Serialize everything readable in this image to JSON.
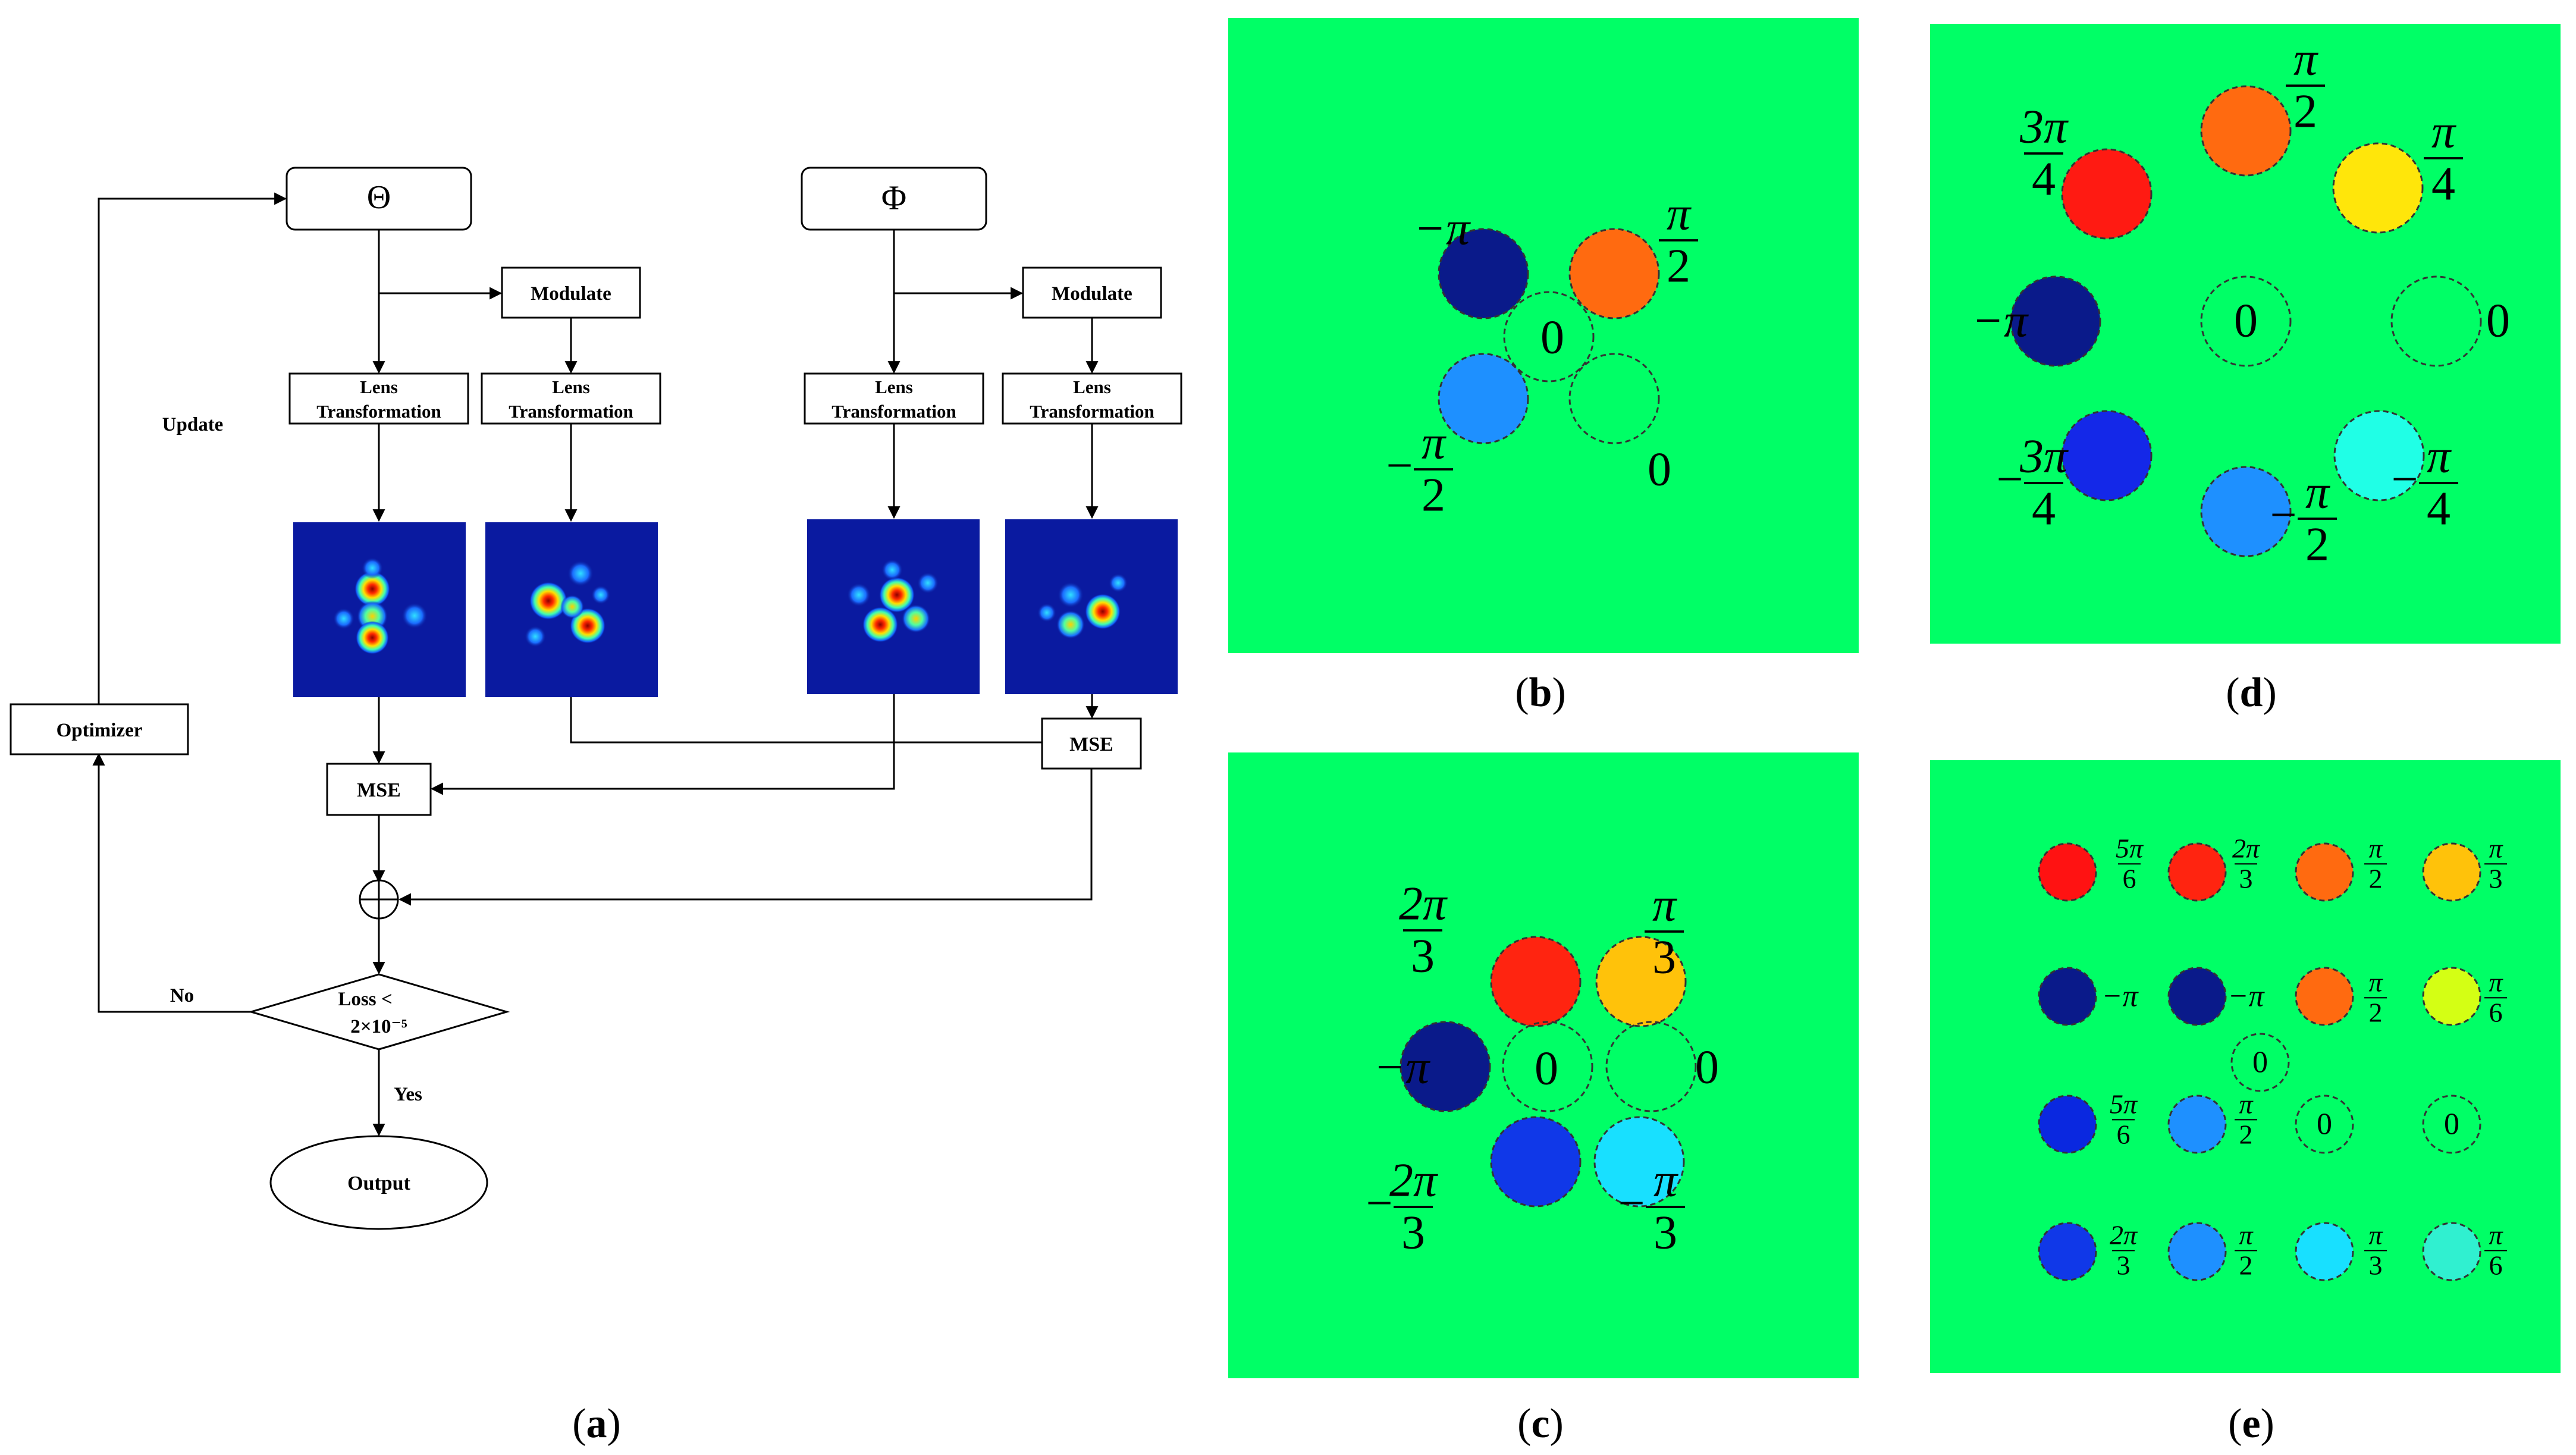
{
  "panel_labels": {
    "a": "(a)",
    "b": "(b)",
    "c": "(c)",
    "d": "(d)",
    "e": "(e)"
  },
  "flowchart": {
    "theta": "Θ",
    "phi": "Φ",
    "modulate": "Modulate",
    "lens_line1": "Lens",
    "lens_line2": "Transformation",
    "mse": "MSE",
    "optimizer": "Optimizer",
    "update": "Update",
    "decision_line1": "Loss <",
    "decision_line2": "2×10⁻⁵",
    "no": "No",
    "yes": "Yes",
    "output": "Output"
  },
  "colors": {
    "panel_green": "#00ff66",
    "phase_colormap": "jet",
    "flow_stroke": "#000000"
  },
  "phase_maps": {
    "b": {
      "spots": [
        {
          "phase_label": "−π",
          "color": "#0a1a8a",
          "filled": true
        },
        {
          "phase_label": "π/2",
          "color": "#ff6a10",
          "filled": true
        },
        {
          "phase_label": "0",
          "color": "none",
          "filled": false
        },
        {
          "phase_label": "−π/2",
          "color": "#1e90ff",
          "filled": true
        },
        {
          "phase_label": "0",
          "color": "none",
          "filled": false
        }
      ]
    },
    "c": {
      "spots": [
        {
          "phase_label": "2π/3",
          "color": "#ff2410",
          "filled": true
        },
        {
          "phase_label": "π/3",
          "color": "#ffc20a",
          "filled": true
        },
        {
          "phase_label": "−π",
          "color": "#0a1a8a",
          "filled": true
        },
        {
          "phase_label": "0",
          "color": "none",
          "filled": false
        },
        {
          "phase_label": "0",
          "color": "none",
          "filled": false
        },
        {
          "phase_label": "−2π/3",
          "color": "#1038e8",
          "filled": true
        },
        {
          "phase_label": "−π/3",
          "color": "#18e0ff",
          "filled": true
        }
      ]
    },
    "d": {
      "spots": [
        {
          "phase_label": "3π/4",
          "color": "#ff1a12",
          "filled": true
        },
        {
          "phase_label": "π/2",
          "color": "#ff6a10",
          "filled": true
        },
        {
          "phase_label": "π/4",
          "color": "#ffe60a",
          "filled": true
        },
        {
          "phase_label": "−π",
          "color": "#0a1a8a",
          "filled": true
        },
        {
          "phase_label": "0",
          "color": "none",
          "filled": false
        },
        {
          "phase_label": "0",
          "color": "none",
          "filled": false
        },
        {
          "phase_label": "−3π/4",
          "color": "#1428e8",
          "filled": true
        },
        {
          "phase_label": "−π/2",
          "color": "#1e90ff",
          "filled": true
        },
        {
          "phase_label": "−π/4",
          "color": "#20ffe6",
          "filled": true
        }
      ]
    },
    "e": {
      "spots": [
        {
          "phase_label": "5π/6",
          "color": "#ff1212",
          "filled": true
        },
        {
          "phase_label": "2π/3",
          "color": "#ff2410",
          "filled": true
        },
        {
          "phase_label": "π/2",
          "color": "#ff6a10",
          "filled": true
        },
        {
          "phase_label": "π/3",
          "color": "#ffc20a",
          "filled": true
        },
        {
          "phase_label": "−π",
          "color": "#0a1a8a",
          "filled": true
        },
        {
          "phase_label": "−π",
          "color": "#0a1a8a",
          "filled": true
        },
        {
          "phase_label": "π/2",
          "color": "#ff6a10",
          "filled": true
        },
        {
          "phase_label": "π/6",
          "color": "#d4ff14",
          "filled": true
        },
        {
          "phase_label": "0",
          "color": "none",
          "filled": false
        },
        {
          "phase_label": "5π/6",
          "color": "#0a28e0",
          "filled": true
        },
        {
          "phase_label": "π/2",
          "color": "#1e90ff",
          "filled": true
        },
        {
          "phase_label": "0",
          "color": "none",
          "filled": false
        },
        {
          "phase_label": "0",
          "color": "none",
          "filled": false
        },
        {
          "phase_label": "2π/3",
          "color": "#1038e8",
          "filled": true
        },
        {
          "phase_label": "π/2",
          "color": "#1e90ff",
          "filled": true
        },
        {
          "phase_label": "π/3",
          "color": "#18e0ff",
          "filled": true
        },
        {
          "phase_label": "π/6",
          "color": "#30f0d0",
          "filled": true
        }
      ]
    }
  }
}
